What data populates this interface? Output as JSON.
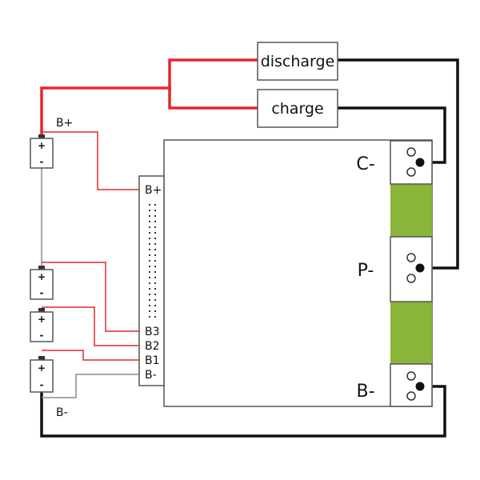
{
  "boxes": {
    "discharge": "discharge",
    "charge": "charge"
  },
  "terminals": {
    "c_minus": "C-",
    "p_minus": "P-",
    "b_minus": "B-"
  },
  "connector_pins": {
    "b_plus": "B+",
    "b3": "B3",
    "b2": "B2",
    "b1": "B1",
    "b_minus": "B-"
  },
  "battery_labels": {
    "b_plus": "B+",
    "b_minus": "B-"
  },
  "battery_signs": {
    "plus": "+",
    "minus": "-"
  },
  "colors": {
    "red_wire": "#e8262b",
    "black_wire": "#111111",
    "gray_wire": "#8a8a8a",
    "green_pad": "#8ab43a",
    "outline": "#555555"
  }
}
